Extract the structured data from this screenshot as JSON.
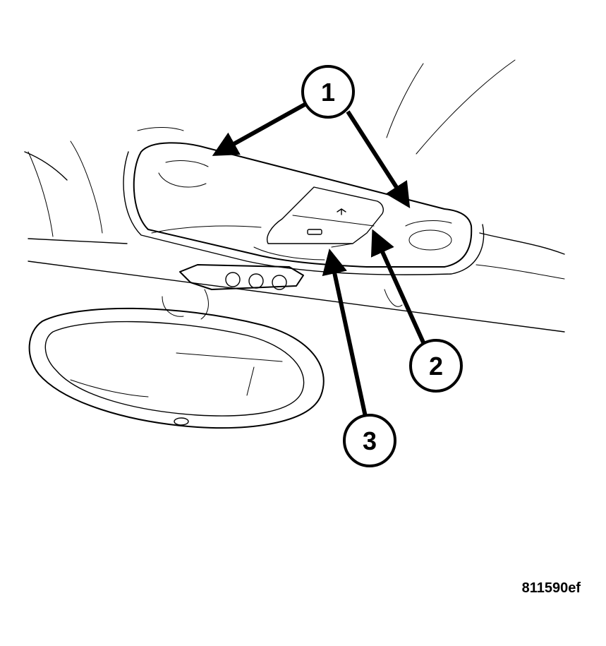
{
  "figure_id": "811590ef",
  "callouts": [
    {
      "label": "1"
    },
    {
      "label": "2"
    },
    {
      "label": "3"
    }
  ],
  "colors": {
    "line": "#000000",
    "background": "#ffffff"
  }
}
